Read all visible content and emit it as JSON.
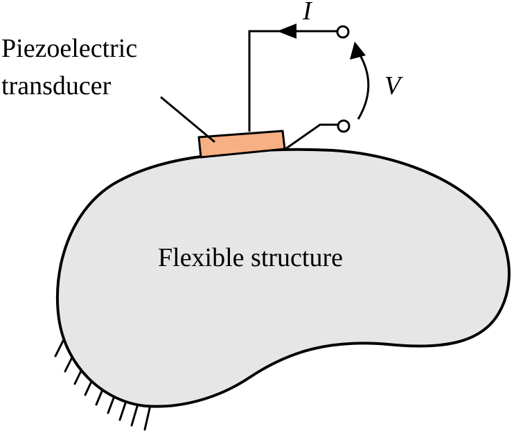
{
  "labels": {
    "transducer_line1": "Piezoelectric",
    "transducer_line2": "transducer",
    "structure": "Flexible structure",
    "current": "I",
    "voltage": "V"
  },
  "colors": {
    "structure_fill": "#e6e6e6",
    "transducer_fill": "#f7b083",
    "stroke": "#000000"
  }
}
